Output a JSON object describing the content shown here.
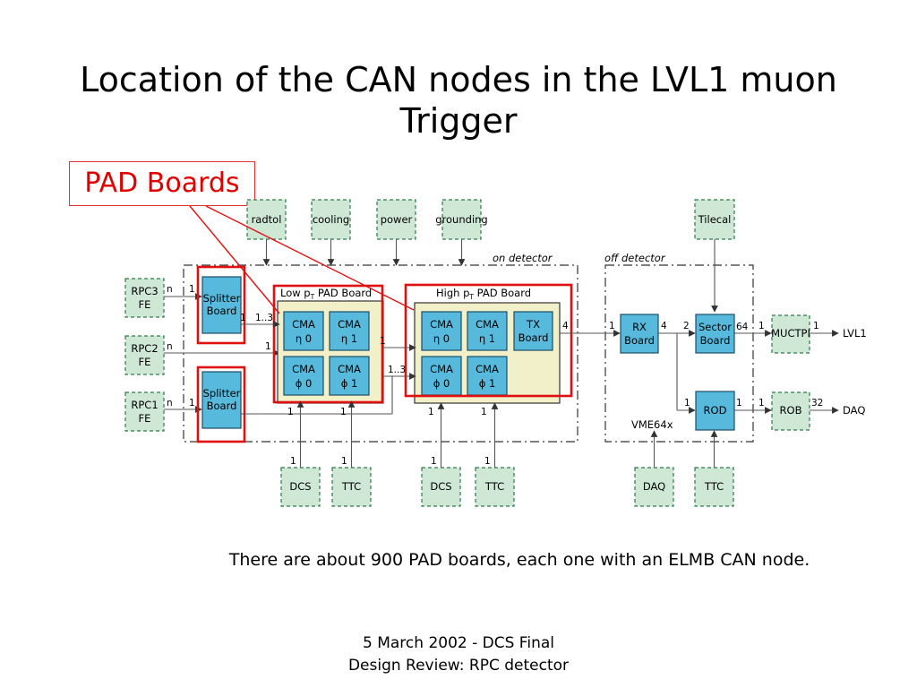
{
  "title": "Location of the CAN nodes in the LVL1 muon Trigger",
  "callout": "PAD Boards",
  "caption": "There are about 900 PAD boards, each one with an ELMB CAN node.",
  "footer": {
    "line1": "5 March 2002 - DCS Final",
    "line2": "Design Review: RPC detector"
  },
  "diagram": {
    "regions": {
      "on": "on detector",
      "off": "off detector"
    },
    "top_boxes": [
      "radtol",
      "cooling",
      "power",
      "grounding",
      "Tilecal"
    ],
    "fe": [
      {
        "l1": "RPC3",
        "l2": "FE"
      },
      {
        "l1": "RPC2",
        "l2": "FE"
      },
      {
        "l1": "RPC1",
        "l2": "FE"
      }
    ],
    "splitter": {
      "l1": "Splitter",
      "l2": "Board"
    },
    "low_pad": {
      "pre": "Low p",
      "sub": "T",
      "post": " PAD Board"
    },
    "high_pad": {
      "pre": "High p",
      "sub": "T",
      "post": " PAD Board"
    },
    "cma_label": "CMA",
    "cma_low": [
      "η 0",
      "η 1",
      "ϕ 0",
      "ϕ 1"
    ],
    "cma_high": [
      "η 0",
      "η 1",
      "ϕ 0",
      "ϕ 1"
    ],
    "tx": {
      "l1": "TX",
      "l2": "Board"
    },
    "rx": {
      "l1": "RX",
      "l2": "Board"
    },
    "sector": {
      "l1": "Sector",
      "l2": "Board"
    },
    "rod": "ROD",
    "muctpi": "MUCTPI",
    "rob": "ROB",
    "outputs": [
      "LVL1",
      "DAQ"
    ],
    "vme": "VME64x",
    "bottom_boxes": [
      "DCS",
      "TTC",
      "DCS",
      "TTC",
      "DAQ",
      "TTC"
    ],
    "numbers": {
      "one": "1",
      "n": "n",
      "range": "1..3",
      "four": "4",
      "two": "2",
      "sixtyfour": "64",
      "thirtytwo": "32"
    }
  }
}
